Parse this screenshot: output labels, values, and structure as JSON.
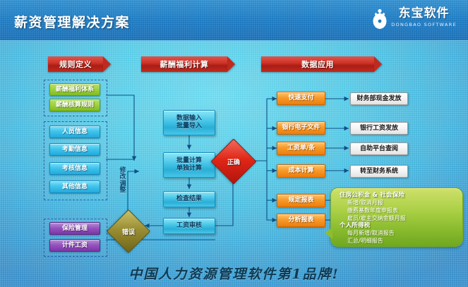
{
  "header": {
    "title": "薪资管理解决方案",
    "logo_cn": "东宝软件",
    "logo_en": "DONGBAO SOFTWARE"
  },
  "banners": [
    {
      "label": "规则定义"
    },
    {
      "label": "薪酬福利计算"
    },
    {
      "label": "数据应用"
    }
  ],
  "rules_column": {
    "group_rules": [
      {
        "label": "薪酬福利体系"
      },
      {
        "label": "薪酬核算规则"
      }
    ],
    "group_info": [
      {
        "label": "人员信息"
      },
      {
        "label": "考勤信息"
      },
      {
        "label": "考核信息"
      },
      {
        "label": "其他信息"
      }
    ],
    "group_extra": [
      {
        "label": "保险管理"
      },
      {
        "label": "计件工资"
      }
    ]
  },
  "process_column": {
    "steps": [
      {
        "line1": "数据输入",
        "line2": "批量导入"
      },
      {
        "line1": "批量计算",
        "line2": "单独计算"
      },
      {
        "line1": "检查结果",
        "line2": ""
      },
      {
        "line1": "工资审核",
        "line2": ""
      }
    ],
    "decision_correct": "正确",
    "decision_error": "错误",
    "adjust_label": "修改调整"
  },
  "application_column": {
    "actions": [
      {
        "label": "快速支付"
      },
      {
        "label": "银行电子文件"
      },
      {
        "label": "工资单/条"
      },
      {
        "label": "成本计算"
      },
      {
        "label": "规定报表"
      },
      {
        "label": "分析报表"
      }
    ],
    "outputs": [
      {
        "label": "财务部现金发放"
      },
      {
        "label": "银行工资发放"
      },
      {
        "label": "自助平台查阅"
      },
      {
        "label": "转至财务系统"
      }
    ]
  },
  "callout": {
    "section1_title": "住房公积金 & 社会保险",
    "section1_lines": [
      "新增/取消月报",
      "缴费基数年度申报表",
      "雇员/雇主交纳金额月报"
    ],
    "section2_title": "个人所得税",
    "section2_lines": [
      "每月新增/取消报告",
      "汇总/明细报告"
    ]
  },
  "footer": {
    "slogan": "中国人力资源管理软件第1品牌!"
  },
  "colors": {
    "banner_red": "#cf3327",
    "green_box": "#9ed13f",
    "blue_box": "#3fc4ec",
    "purple_box": "#9452bd",
    "orange_box": "#f79a2b",
    "header_blue": "#1f7cc2",
    "callout_green": "#a9cf44",
    "wire": "#0f4f86"
  }
}
